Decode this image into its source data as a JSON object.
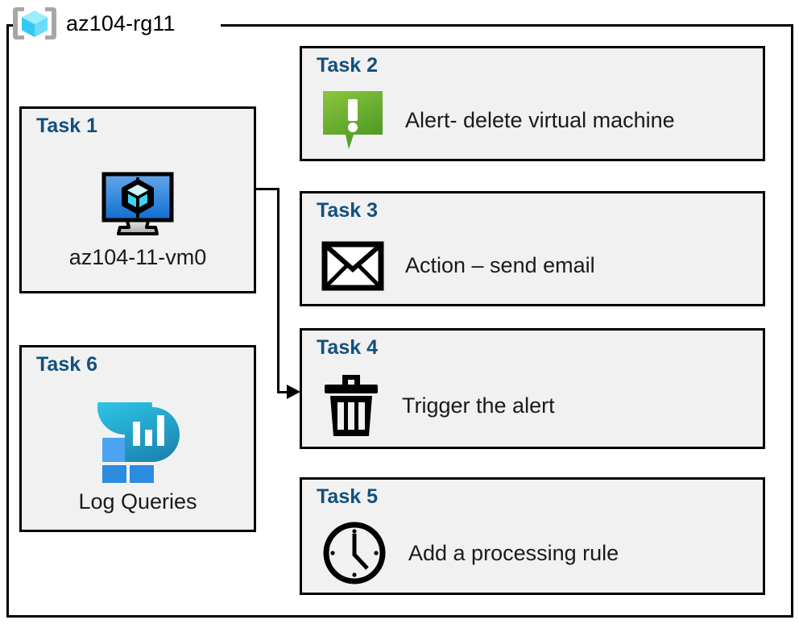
{
  "container": {
    "title": "az104-rg11",
    "icon": "azure-resource-group-icon",
    "border_color": "#000000"
  },
  "theme": {
    "card_background": "#F1F1F1",
    "card_border": "#000000",
    "heading_color": "#12507E",
    "body_text_color": "#1A1A1A",
    "alert_green": "#6CB33F",
    "vm_blue": "#1E78D7",
    "log_cyan": "#2ACBE8",
    "log_blue": "#2B8CE0"
  },
  "cards": {
    "task1": {
      "title": "Task 1",
      "text": "az104-11-vm0",
      "icon": "virtual-machine-icon"
    },
    "task2": {
      "title": "Task 2",
      "text": "Alert- delete virtual machine",
      "icon": "alert-bubble-icon"
    },
    "task3": {
      "title": "Task 3",
      "text": "Action – send email",
      "icon": "envelope-icon"
    },
    "task4": {
      "title": "Task 4",
      "text": "Trigger the alert",
      "icon": "trash-can-icon"
    },
    "task5": {
      "title": "Task 5",
      "text": "Add a processing rule",
      "icon": "clock-icon"
    },
    "task6": {
      "title": "Task 6",
      "text": "Log Queries",
      "icon": "log-analytics-icon"
    }
  },
  "connector": {
    "from": "task1-virtual-machine-icon",
    "to": "task4",
    "style": "elbow-arrow"
  }
}
